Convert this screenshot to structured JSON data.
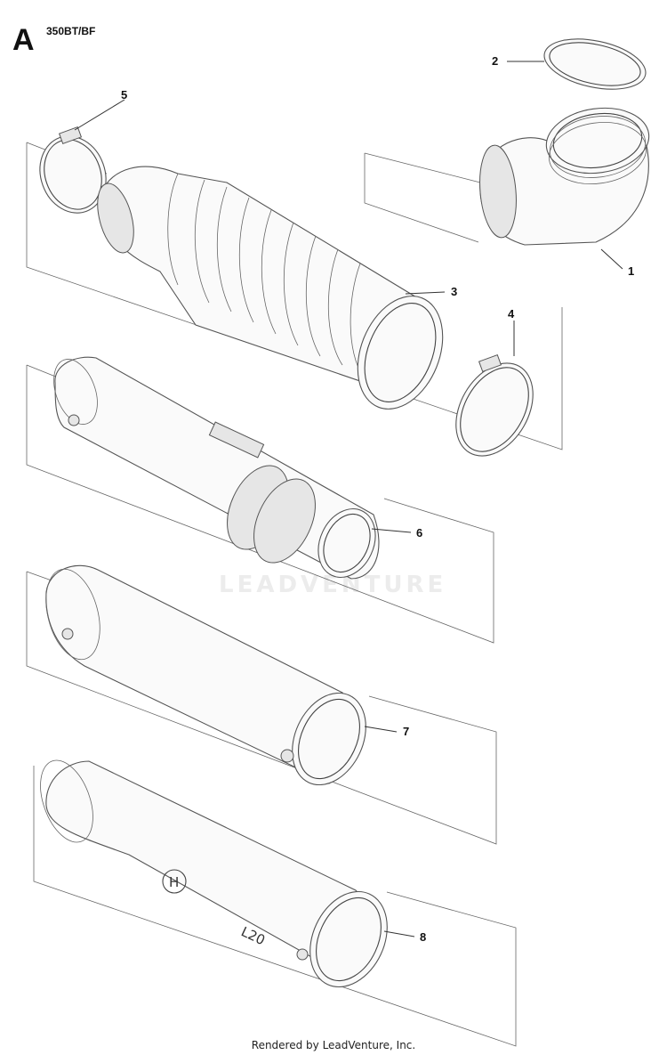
{
  "header": {
    "section_letter": "A",
    "model": "350BT/BF"
  },
  "callouts": [
    {
      "id": "1",
      "label": "1"
    },
    {
      "id": "2",
      "label": "2"
    },
    {
      "id": "3",
      "label": "3"
    },
    {
      "id": "4",
      "label": "4"
    },
    {
      "id": "5",
      "label": "5"
    },
    {
      "id": "6",
      "label": "6"
    },
    {
      "id": "7",
      "label": "7"
    },
    {
      "id": "8",
      "label": "8"
    }
  ],
  "tube_marking": "L20",
  "logo_letter": "H",
  "watermark": "LEADVENTURE",
  "footer": "Rendered by LeadVenture, Inc."
}
